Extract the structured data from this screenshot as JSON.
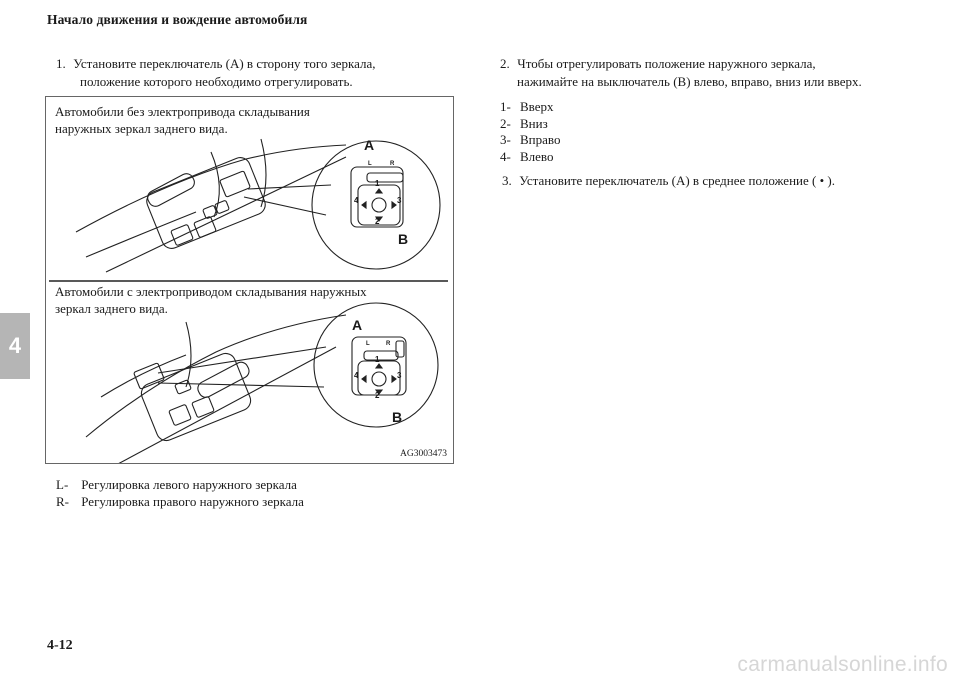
{
  "header": {
    "title": "Начало движения и вождение автомобиля"
  },
  "chapter_tab": {
    "label": "4"
  },
  "left_column": {
    "step1": {
      "number": "1.",
      "line1": "Установите переключатель (A) в сторону того зеркала,",
      "line2": "положение которого необходимо отрегулировать."
    }
  },
  "figure": {
    "caption_top_line1": "Автомобили без электропривода складывания",
    "caption_top_line2": "наружных зеркал заднего вида.",
    "caption_bottom_line1": "Автомобили с электроприводом складывания наружных",
    "caption_bottom_line2": "зеркал заднего вида.",
    "code": "AG3003473",
    "callouts": {
      "A": "A",
      "B": "B",
      "L": "L",
      "R": "R",
      "n1": "1",
      "n2": "2",
      "n3": "3",
      "n4": "4"
    }
  },
  "legend": [
    {
      "key": "L-",
      "text": "Регулировка левого наружного зеркала"
    },
    {
      "key": "R-",
      "text": "Регулировка правого наружного зеркала"
    }
  ],
  "right_column": {
    "step2": {
      "number": "2.",
      "line1": "Чтобы отрегулировать положение наружного зеркала,",
      "line2": "нажимайте на выключатель (B) влево, вправо, вниз или вверх."
    },
    "directions": [
      {
        "key": "1-",
        "text": "Вверх"
      },
      {
        "key": "2-",
        "text": "Вниз"
      },
      {
        "key": "3-",
        "text": "Вправо"
      },
      {
        "key": "4-",
        "text": "Влево"
      }
    ],
    "step3": {
      "number": "3.",
      "text": "Установите переключатель (A) в среднее положение ( • )."
    }
  },
  "footer": {
    "page_number": "4-12"
  },
  "watermark": {
    "text": "carmanualsonline.info"
  }
}
